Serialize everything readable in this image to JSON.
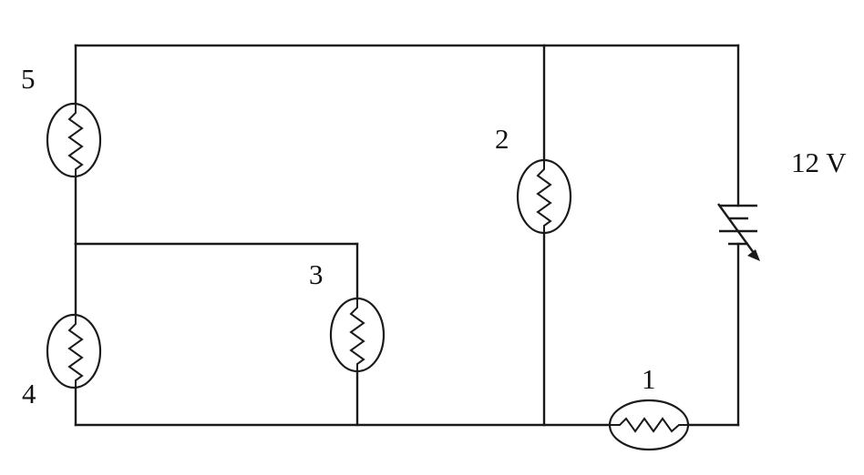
{
  "diagram": {
    "bulbs": [
      {
        "id": "bulb-1",
        "label": "1"
      },
      {
        "id": "bulb-2",
        "label": "2"
      },
      {
        "id": "bulb-3",
        "label": "3"
      },
      {
        "id": "bulb-4",
        "label": "4"
      },
      {
        "id": "bulb-5",
        "label": "5"
      }
    ],
    "battery": {
      "voltage_label": "12 V",
      "variable": true
    }
  }
}
